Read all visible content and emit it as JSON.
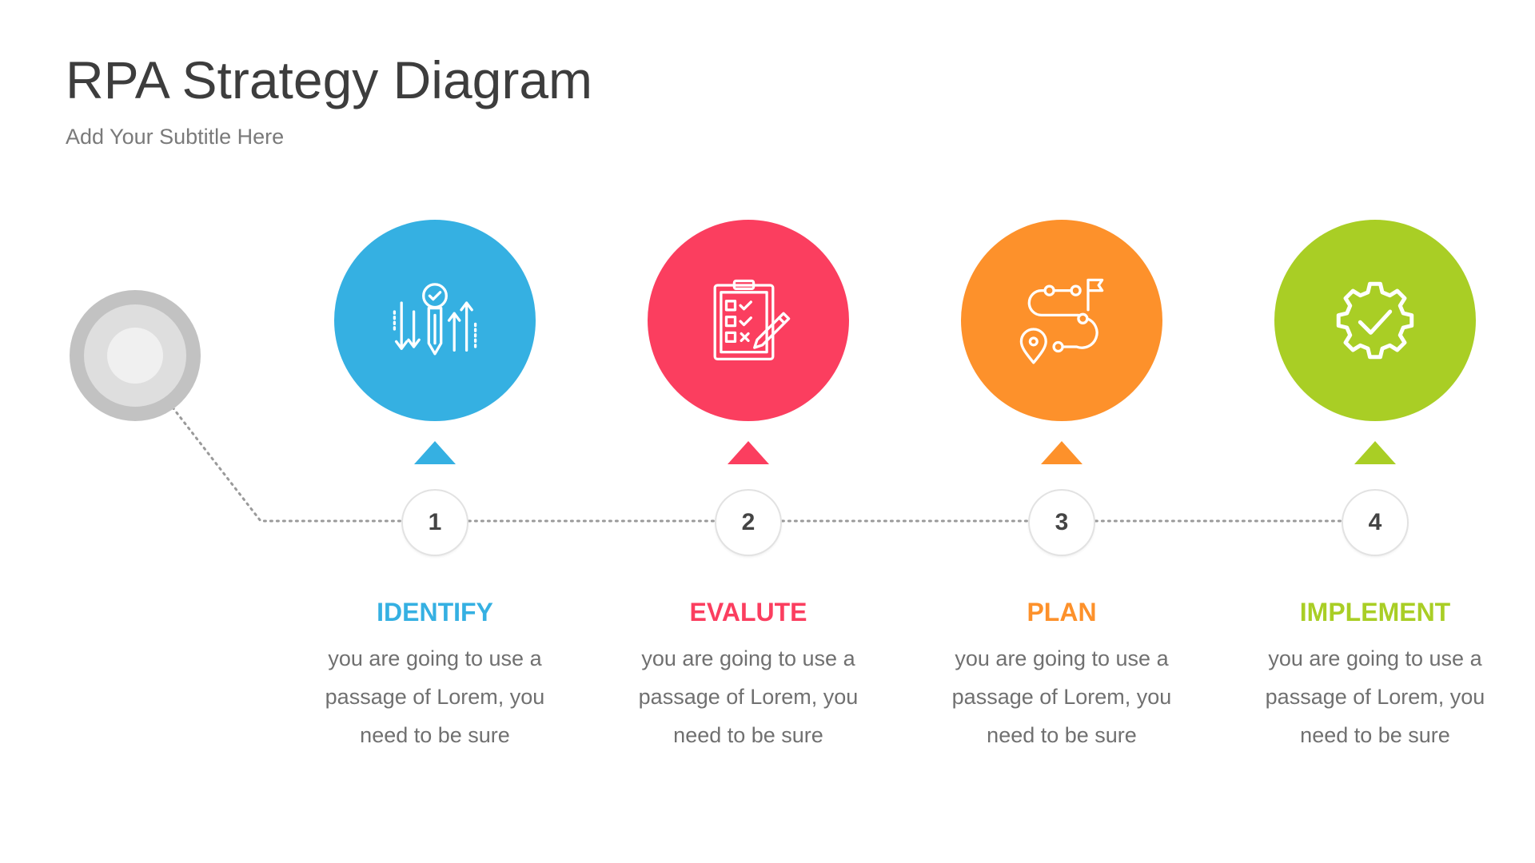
{
  "title": "RPA Strategy Diagram",
  "subtitle": "Add Your Subtitle Here",
  "steps": [
    {
      "number": "1",
      "title": "IDENTIFY",
      "icon": "idea-pencil-arrows-icon",
      "color": "#35b0e2",
      "description_lines": [
        "you are going to use a",
        "passage of Lorem, you",
        "need to be sure"
      ]
    },
    {
      "number": "2",
      "title": "EVALUTE",
      "icon": "checklist-clipboard-icon",
      "color": "#fb3e5f",
      "description_lines": [
        "you are going to use a",
        "passage of Lorem, you",
        "need to be sure"
      ]
    },
    {
      "number": "3",
      "title": "PLAN",
      "icon": "route-flag-icon",
      "color": "#fd912b",
      "description_lines": [
        "you are going to use a",
        "passage of Lorem, you",
        "need to be sure"
      ]
    },
    {
      "number": "4",
      "title": "IMPLEMENT",
      "icon": "gear-check-icon",
      "color": "#a9ce25",
      "description_lines": [
        "you are going to use a",
        "passage of Lorem, you",
        "need to be sure"
      ]
    }
  ]
}
